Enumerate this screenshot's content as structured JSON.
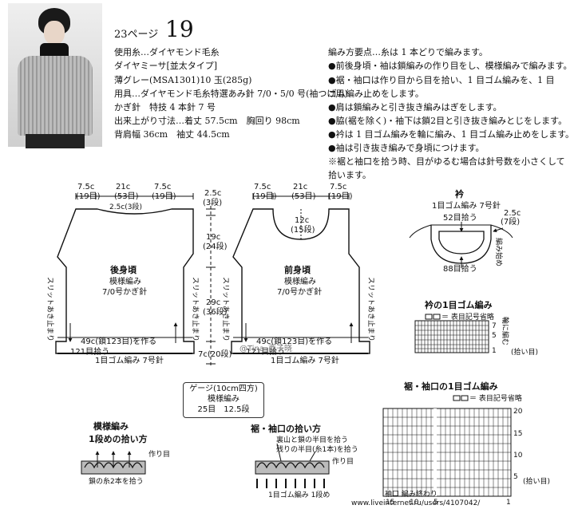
{
  "header": {
    "page_ref": "23ページ",
    "pattern_no": "19"
  },
  "materials": [
    "使用糸…ダイヤモンド毛糸",
    "ダイヤミーサ[並太タイプ]",
    "薄グレー(MSA1301)10 玉(285g)",
    "用具…ダイヤモンド毛糸特選あみ針 7/0・5/0 号(袖つけ用)",
    "かぎ針　特技 4 本針 7 号",
    "出来上がり寸法…着丈 57.5cm　胸回り 98cm",
    "背肩幅 36cm　袖丈 44.5cm"
  ],
  "key_points": [
    "編み方要点…糸は 1 本どりで編みます。",
    "●前後身頃・袖は鎖編みの作り目をし、模様編みで編みます。",
    "●裾・袖口は作り目から目を拾い、1 目ゴム編みを、1 目",
    "ゴム編み止めをします。",
    "●肩は鎖編みと引き抜き編みはぎをします。",
    "●脇(裾を除く)・袖下は鎖2目と引き抜き編みとじをします。",
    "●衿は 1 目ゴム編みを輪に編み、1 目ゴム編み止めをします。",
    "●袖は引き抜き編みで身頃につけます。",
    "※裾と袖口を拾う時、目がゆるむ場合は針号数を小さくして",
    "拾います。"
  ],
  "back": {
    "title": "後身頃",
    "stitch": "模様編み",
    "needle": "7/0号かぎ針",
    "top_left": "7.5c",
    "top_left_sts": "(19目)",
    "top_mid": "21c",
    "top_mid_sts": "(53目)",
    "top_right": "7.5c",
    "top_right_sts": "(19目)",
    "neck": "2.5c(3段)",
    "slit_left": "スリットあき止まり",
    "slit_right": "スリットあき止まり",
    "bottom": "49c(鎖123目)を作る",
    "pickup": "121目拾う",
    "rib": "1目ゴム編み 7号針"
  },
  "center": {
    "shoulder": "2.5c",
    "shoulder_rows": "(3段)",
    "armhole": "19c",
    "armhole_rows": "(24段)",
    "side": "29c",
    "side_rows": "(36段)",
    "hem": "7c(20段)"
  },
  "front": {
    "title": "前身頃",
    "stitch": "模様編み",
    "needle": "7/0号かぎ針",
    "top_left": "7.5c",
    "top_left_sts": "(19目)",
    "top_mid": "21c",
    "top_mid_sts": "(53目)",
    "top_right": "7.5c",
    "top_right_sts": "(19目)",
    "neck": "12c",
    "neck_rows": "(15段)",
    "slit_left": "スリットあき止まり",
    "slit_right": "スリットあき止まり",
    "bottom": "49c(鎖123目)を作る",
    "pickup": "121目拾う",
    "rib": "1目ゴム編み 7号針"
  },
  "collar": {
    "title": "衿",
    "rib": "1目ゴム編み 7号針",
    "pick_top": "52目拾う",
    "pick_bottom": "88目拾う",
    "height": "2.5c",
    "height_rows": "(7段)",
    "start": "編み始め"
  },
  "collar_rib": {
    "title": "衿の1目ゴム編み",
    "legend": "＝ 表目記号省略",
    "round": "輪に編む",
    "row_nums": [
      "7",
      "5",
      "1"
    ],
    "pickup_row": "(拾い目)"
  },
  "gauge": {
    "title": "ゲージ(10cm四方)",
    "stitch": "模様編み",
    "values": "25目　12.5段"
  },
  "pattern_stitch": {
    "title": "模様編み",
    "subtitle": "1段めの拾い方",
    "start": "作り目",
    "note": "鎖の糸2本を拾う"
  },
  "hem_pick": {
    "title": "裾・袖口の拾い方",
    "line1": "裏山と鎖の半目を拾う",
    "line2": "残りの半目(糸1本)を拾う",
    "start": "作り目",
    "rib": "1目ゴム編み 1段め"
  },
  "hem_rib": {
    "title": "裾・袖口の1目ゴム編み",
    "legend": "＝ 表目記号省略",
    "row_nums": [
      "20",
      "15",
      "10",
      "5"
    ],
    "col_nums": [
      "15",
      "10",
      "5",
      "1"
    ],
    "pickup_row": "(拾い目)",
    "cuff_end": "袖口 編み終わり"
  },
  "watermarks": {
    "center": "@Tina_西子晓",
    "url": "www.liveinternet.ru/users/4107042/"
  }
}
